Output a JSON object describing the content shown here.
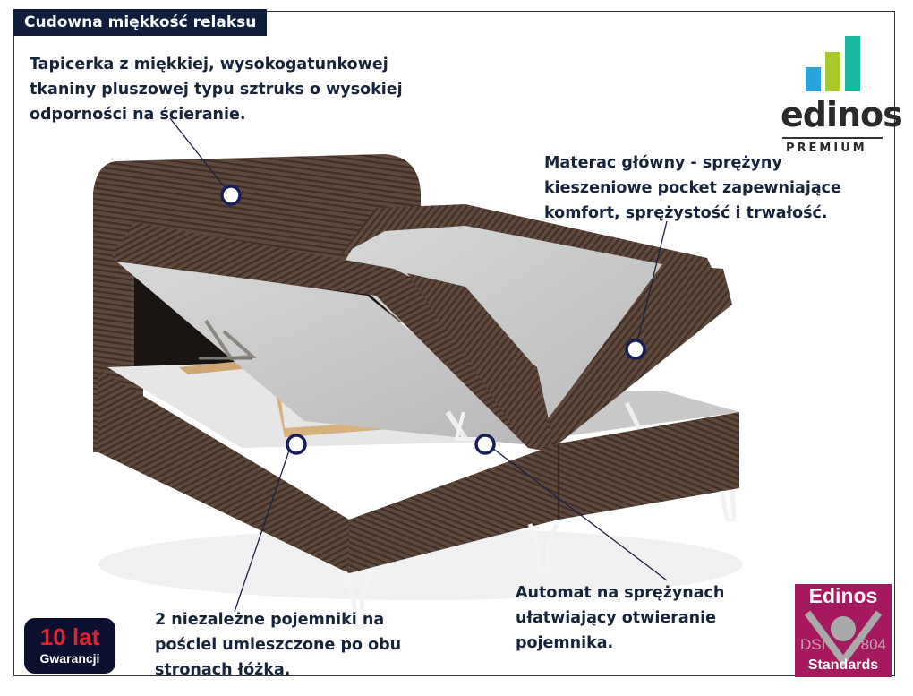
{
  "header": {
    "title": "Cudowna miękkość relaksu"
  },
  "callouts": [
    {
      "id": "upholstery",
      "lines": [
        "Tapicerka z miękkiej, wysokogatunkowej",
        "tkaniny pluszowej typu sztruks o wysokiej",
        "odporności na ścieranie."
      ]
    },
    {
      "id": "mattress",
      "lines": [
        "Materac główny - sprężyny",
        "kieszeniowe pocket zapewniające",
        "komfort, sprężystość i trwałość."
      ]
    },
    {
      "id": "mechanism",
      "lines": [
        "Automat na sprężynach",
        "ułatwiający otwieranie",
        "pojemnika."
      ]
    },
    {
      "id": "storage",
      "lines": [
        "2 niezależne pojemniki na",
        "pościel umieszczone po obu",
        "stronach łóżka."
      ]
    }
  ],
  "brand_logo": {
    "name": "edinos",
    "tagline": "PREMIUM",
    "bar_colors": [
      "#2aa3dc",
      "#a9c92b",
      "#1cb9a2"
    ]
  },
  "warranty_badge": {
    "years": "10 lat",
    "label": "Gwarancji"
  },
  "standards_badge": {
    "brand": "Edinos",
    "left_code": "DSI",
    "right_code": "804",
    "label": "Standards"
  },
  "colors": {
    "navy": "#0f1e3d",
    "text": "#17233a",
    "fabric": "#5a4538",
    "magenta": "#a5195f",
    "red": "#e8202e"
  }
}
